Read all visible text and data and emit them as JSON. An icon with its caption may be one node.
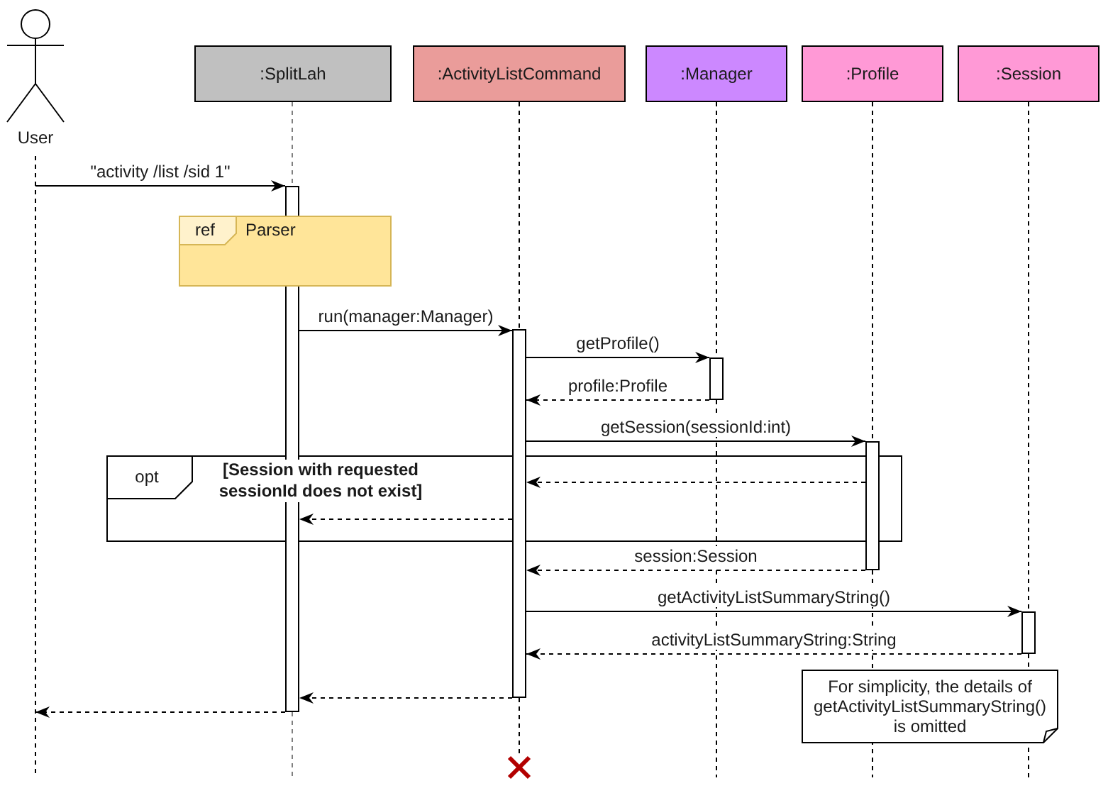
{
  "diagram": {
    "nodes": [
      {
        "text": [
          "User"
        ]
      },
      {
        "text": [
          ":SplitLah"
        ]
      },
      {
        "text": [
          ":ActivityListCommand"
        ]
      },
      {
        "text": [
          ":Manager"
        ]
      },
      {
        "text": [
          ":Profile"
        ]
      },
      {
        "text": [
          ":Session"
        ]
      },
      {
        "text": [],
        "shape": "bar"
      },
      {
        "text": [
          "ref",
          "Parser"
        ]
      },
      {
        "text": [],
        "shape": "bar"
      },
      {
        "text": [],
        "shape": "bar"
      },
      {
        "text": [],
        "shape": "bar"
      },
      {
        "text": [
          "opt"
        ]
      },
      {
        "text": [],
        "shape": "bar"
      },
      {
        "text": [
          "For simplicity, the details of getActivityListSummaryString() is omitted"
        ]
      },
      {
        "text": [],
        "shape": "cross"
      }
    ],
    "edges": [
      {
        "from": 0,
        "to": 6,
        "arrow": "to",
        "label": "\"activity /list /sid 1\""
      },
      {
        "from": 6,
        "to": 8,
        "arrow": "to",
        "label": "run(manager:Manager)"
      },
      {
        "from": 8,
        "to": 9,
        "arrow": "to",
        "label": "getProfile()"
      },
      {
        "from": 9,
        "to": 8,
        "arrow": "to",
        "label": "profile:Profile",
        "style": "dashed"
      },
      {
        "from": 8,
        "to": 10,
        "arrow": "to",
        "label": "getSession(sessionId:int)"
      },
      {
        "from": 10,
        "to": 8,
        "arrow": "to",
        "style": "dashed"
      },
      {
        "from": 8,
        "to": 6,
        "arrow": "to",
        "style": "dashed"
      },
      {
        "from": 10,
        "to": 8,
        "arrow": "to",
        "label": "session:Session",
        "style": "dashed"
      },
      {
        "from": 8,
        "to": 12,
        "arrow": "to",
        "label": "getActivityListSummaryString()"
      },
      {
        "from": 12,
        "to": 8,
        "arrow": "to",
        "label": "activityListSummaryString:String",
        "style": "dashed"
      },
      {
        "from": 8,
        "to": 6,
        "arrow": "to",
        "style": "dashed"
      },
      {
        "from": 6,
        "to": 0,
        "arrow": "to",
        "style": "dashed"
      },
      {
        "from": 1,
        "to": 6,
        "arrow": "none",
        "style": "dashed",
        "color": "#808080"
      },
      {
        "from": 2,
        "to": 8,
        "arrow": "none",
        "style": "dashed"
      },
      {
        "from": 3,
        "to": 9,
        "arrow": "none",
        "style": "dashed"
      },
      {
        "from": 4,
        "to": 10,
        "arrow": "none",
        "style": "dashed"
      },
      {
        "from": 5,
        "to": 12,
        "arrow": "none",
        "style": "dashed"
      },
      {
        "from": 8,
        "to": 14,
        "arrow": "none",
        "style": "dashed"
      }
    ],
    "labels": [
      "[Session with requested sessionId does not exist]"
    ]
  }
}
